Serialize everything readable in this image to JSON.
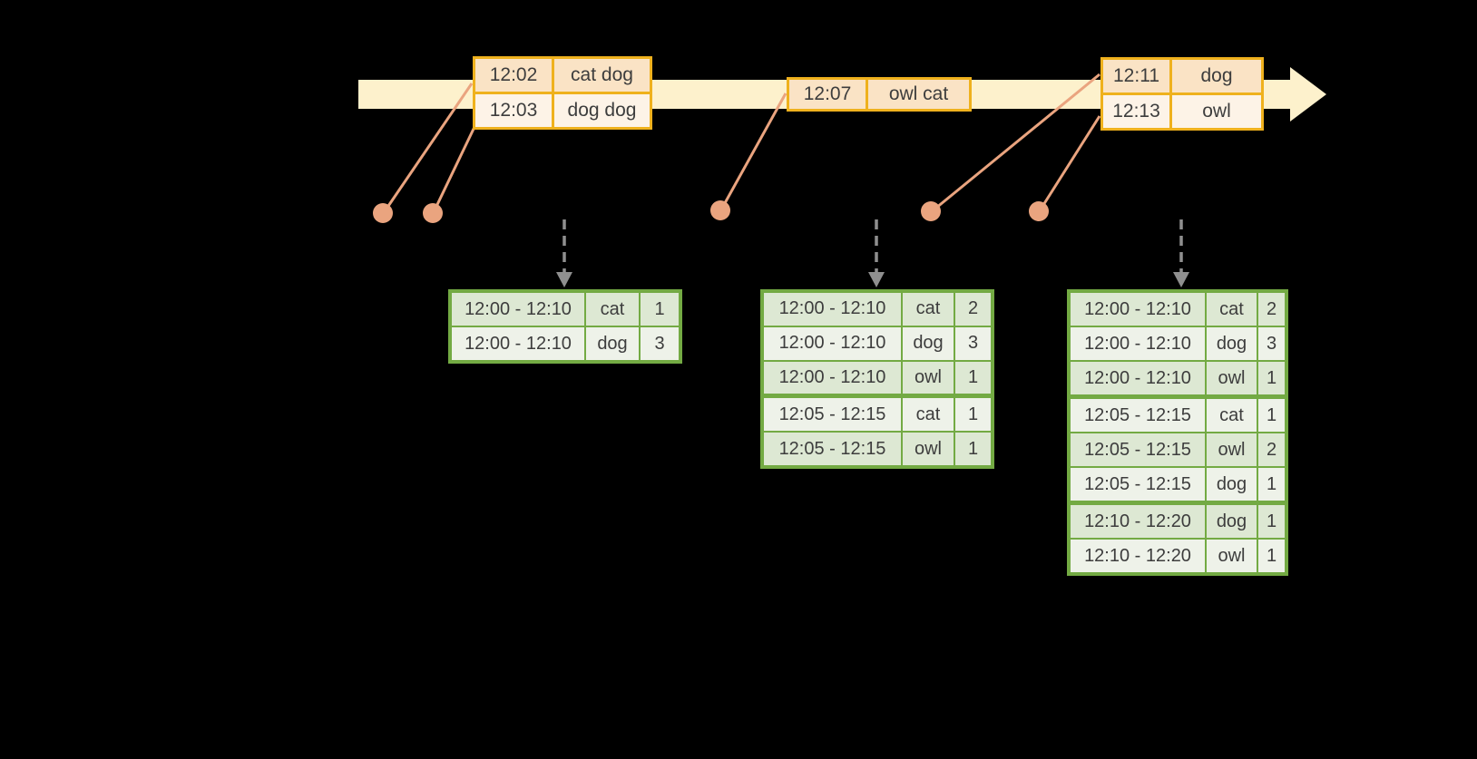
{
  "colors": {
    "background": "#000000",
    "band": "#fdf1cc",
    "event_border": "#efb11d",
    "event_row_dark": "#fae3c5",
    "event_row_light": "#fdf3e7",
    "connector": "#eaa47f",
    "green_border": "#73aa43",
    "green_row_dark": "#dde8d3",
    "green_row_light": "#eef2e9",
    "dashed_arrow": "#8f8f8f",
    "text": "#3d3d3d"
  },
  "icons": {
    "timeline_arrow": "right-arrow",
    "trigger_arrow": "down-dashed-arrow",
    "event_marker": "dot"
  },
  "batches": [
    {
      "rows": [
        {
          "time": "12:02",
          "words": "cat dog"
        },
        {
          "time": "12:03",
          "words": "dog dog"
        }
      ]
    },
    {
      "rows": [
        {
          "time": "12:07",
          "words": "owl cat"
        }
      ]
    },
    {
      "rows": [
        {
          "time": "12:11",
          "words": "dog"
        },
        {
          "time": "12:13",
          "words": "owl"
        }
      ]
    }
  ],
  "results": [
    {
      "rows": [
        {
          "window": "12:00 - 12:10",
          "word": "cat",
          "count": "1"
        },
        {
          "window": "12:00 - 12:10",
          "word": "dog",
          "count": "3"
        }
      ]
    },
    {
      "rows": [
        {
          "window": "12:00 - 12:10",
          "word": "cat",
          "count": "2"
        },
        {
          "window": "12:00 - 12:10",
          "word": "dog",
          "count": "3"
        },
        {
          "window": "12:00 - 12:10",
          "word": "owl",
          "count": "1"
        },
        {
          "window": "12:05 - 12:15",
          "word": "cat",
          "count": "1"
        },
        {
          "window": "12:05 - 12:15",
          "word": "owl",
          "count": "1"
        }
      ]
    },
    {
      "rows": [
        {
          "window": "12:00 - 12:10",
          "word": "cat",
          "count": "2"
        },
        {
          "window": "12:00 - 12:10",
          "word": "dog",
          "count": "3"
        },
        {
          "window": "12:00 - 12:10",
          "word": "owl",
          "count": "1"
        },
        {
          "window": "12:05 - 12:15",
          "word": "cat",
          "count": "1"
        },
        {
          "window": "12:05 - 12:15",
          "word": "owl",
          "count": "2"
        },
        {
          "window": "12:05 - 12:15",
          "word": "dog",
          "count": "1"
        },
        {
          "window": "12:10 - 12:20",
          "word": "dog",
          "count": "1"
        },
        {
          "window": "12:10 - 12:20",
          "word": "owl",
          "count": "1"
        }
      ]
    }
  ]
}
